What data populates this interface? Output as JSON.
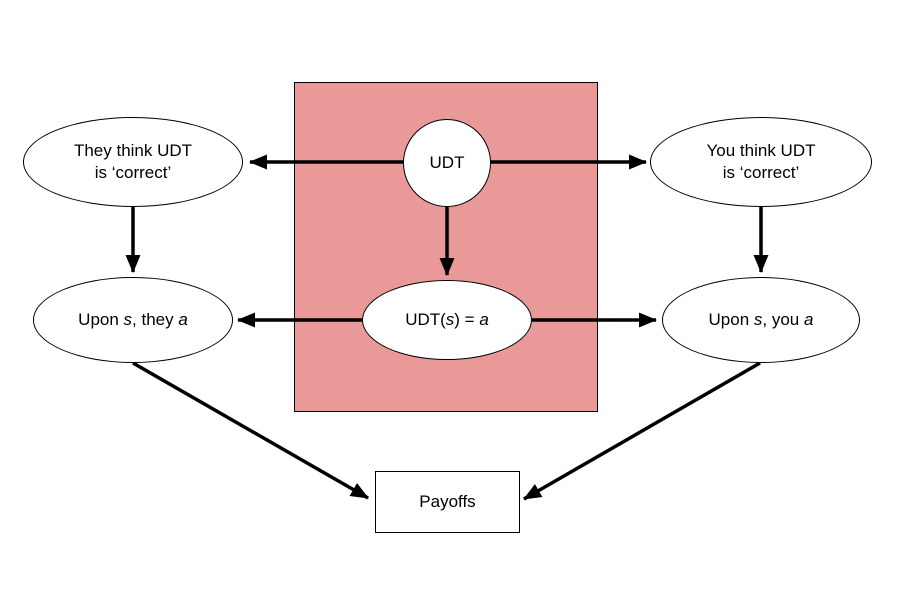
{
  "colors": {
    "box_fill": "#ea9999",
    "node_fill": "#ffffff",
    "stroke": "#000000"
  },
  "nodes": {
    "udt": {
      "label": "UDT"
    },
    "they_think": {
      "line1": "They think UDT",
      "line2": "is ‘correct’"
    },
    "you_think": {
      "line1": "You think UDT",
      "line2": "is ‘correct’"
    },
    "udt_s": {
      "pre": "UDT(",
      "s": "s",
      "mid": ") = ",
      "a": "a"
    },
    "upon_they": {
      "pre": "Upon ",
      "s": "s",
      "mid": ", they ",
      "a": "a"
    },
    "upon_you": {
      "pre": "Upon ",
      "s": "s",
      "mid": ", you ",
      "a": "a"
    },
    "payoffs": {
      "label": "Payoffs"
    }
  }
}
